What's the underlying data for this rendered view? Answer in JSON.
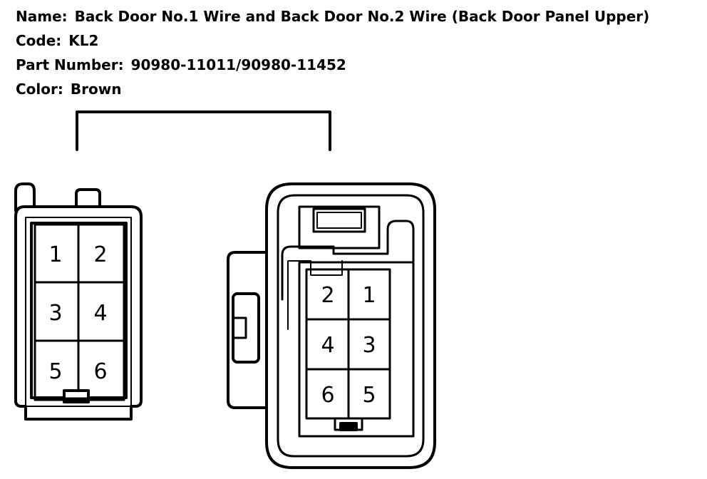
{
  "info": {
    "name_label": "Name:",
    "name_value": "Back Door No.1 Wire and Back Door No.2 Wire (Back Door Panel Upper)",
    "code_label": "Code:",
    "code_value": "KL2",
    "part_label": "Part Number:",
    "part_value": "90980-11011/90980-11452",
    "color_label": "Color:",
    "color_value": "Brown"
  },
  "left_connector": {
    "pins": [
      "1",
      "2",
      "3",
      "4",
      "5",
      "6"
    ]
  },
  "right_connector": {
    "pins": [
      "2",
      "1",
      "4",
      "3",
      "6",
      "5"
    ]
  }
}
